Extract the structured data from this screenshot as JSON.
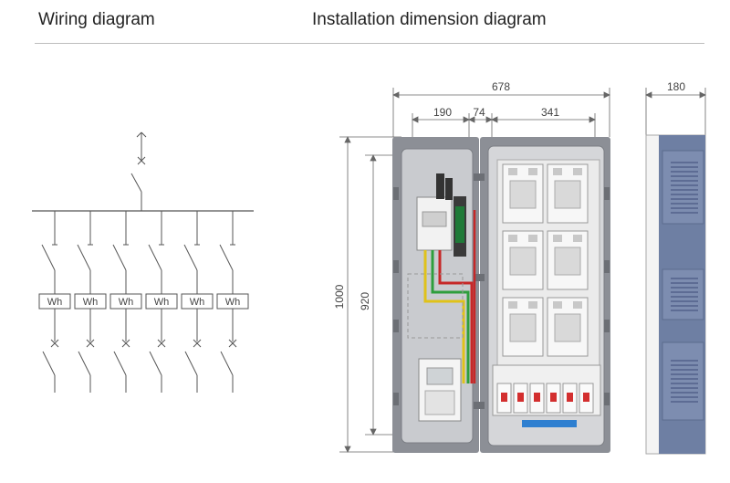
{
  "headings": {
    "wiring": "Wiring diagram",
    "installation": "Installation dimension diagram"
  },
  "wiring": {
    "meter_label": "Wh",
    "meter_count": 6
  },
  "dimensions": {
    "overall_width": "678",
    "left_section": "190",
    "gap": "74",
    "right_section": "341",
    "depth": "180",
    "overall_height": "1000",
    "inner_height": "920"
  },
  "colors": {
    "line": "#555555",
    "enclosure": "#8c8f96",
    "panel": "#e8e8e8",
    "side_frame": "#6e7fa3",
    "wire_yellow": "#e0c21a",
    "wire_green": "#2e9e3c",
    "wire_red": "#c62828",
    "breaker_red": "#d32f2f",
    "terminal_blue": "#2e7fd0"
  }
}
